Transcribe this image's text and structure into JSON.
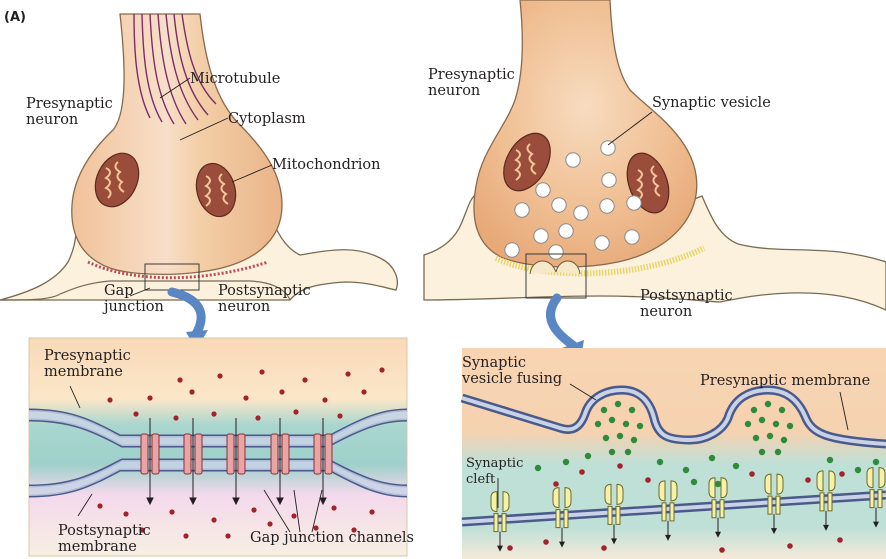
{
  "panel_label": "(A)",
  "left": {
    "presynaptic_neuron": "Presynaptic\nneuron",
    "microtubule": "Microtubule",
    "cytoplasm": "Cytoplasm",
    "mitochondrion": "Mitochondrion",
    "gap_junction": "Gap\njunction",
    "postsynaptic_neuron": "Postsynaptic\nneuron",
    "presynaptic_membrane": "Presynaptic\nmembrane",
    "postsynaptic_membrane": "Postsynaptic\nmembrane",
    "gap_junction_channels": "Gap junction channels"
  },
  "right": {
    "presynaptic_neuron": "Presynaptic\nneuron",
    "synaptic_vesicle": "Synaptic vesicle",
    "postsynaptic_neuron": "Postsynaptic\nneuron",
    "synaptic_vesicle_fusing": "Synaptic\nvesicle fusing",
    "presynaptic_membrane": "Presynaptic membrane",
    "synaptic_cleft": "Synaptic\ncleft"
  },
  "colors": {
    "neuron_fill": "#f3c59a",
    "membrane": "#4a5a8a",
    "ion_red": "#a3232c",
    "transmitter_green": "#2e8b3a",
    "arrow_blue": "#5b86c4",
    "label_text": "#231f20"
  }
}
